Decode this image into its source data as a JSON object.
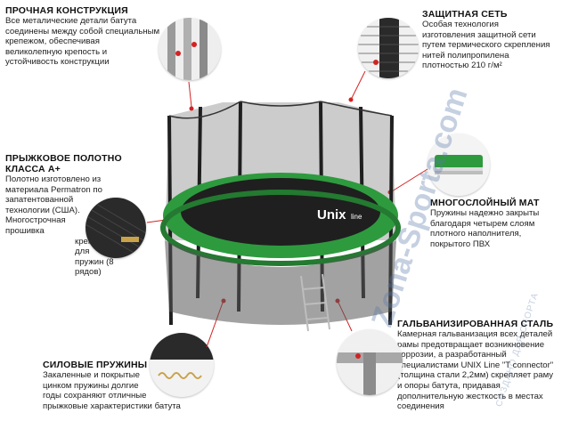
{
  "sections": {
    "strong_construction": {
      "title": "ПРОЧНАЯ КОНСТРУКЦИЯ",
      "lines": [
        "Все металические детали батута",
        "соединены между собой специальным",
        "крепежом, обеспечивая",
        "великолепную крепость и",
        "устойчивость конструкции"
      ]
    },
    "safety_net": {
      "title": "ЗАЩИТНАЯ СЕТЬ",
      "lines": [
        "Особая технология",
        "изготовления защитной сети",
        "путем термического скрепления",
        "нитей полипропилена",
        "плотностью 210 г/м²"
      ]
    },
    "jumping_mat": {
      "title_lines": [
        "ПРЫЖКОВОЕ ПОЛОТНО",
        "КЛАССА А+"
      ],
      "lines": [
        "Полотно изготовлено из",
        "материала Permatron по",
        "запатентованной",
        "технологии (США).",
        "Многострочная",
        "прошивка",
        "креплений для",
        "пружин (8 рядов)"
      ]
    },
    "multilayer_mat": {
      "title": "МНОГОСЛОЙНЫЙ МАТ",
      "lines": [
        "Пружины надежно закрыты",
        "благодаря четырем слоям",
        "плотного наполнителя,",
        "покрытого ПВХ"
      ]
    },
    "galvanized_steel": {
      "title": "ГАЛЬВАНИЗИРОВАННАЯ СТАЛЬ",
      "lines": [
        "Камерная гальванизация всех деталей",
        "рамы предотвращает возникновение",
        "коррозии, а разработанный",
        "специалистами  UNIX Line \"T connector\"",
        "(толщина стали 2,2мм) скрепляет раму",
        "и опоры батута, придавая",
        "дополнительную жесткость в местах",
        "соединения"
      ]
    },
    "power_springs": {
      "title": "СИЛОВЫЕ ПРУЖИНЫ",
      "lines": [
        "Закаленные и покрытые",
        "цинком пружины долгие",
        "годы сохраняют отличные",
        "прыжковые характеристики батута"
      ]
    }
  },
  "product": {
    "brand": "Unix",
    "brand_suffix": "line"
  },
  "watermark": {
    "main": "Zona-Sporta.com",
    "sub": "СОЗДАНО ДЛЯ СПОРТА"
  },
  "colors": {
    "green": "#2e9a3e",
    "dark": "#1f1f1f",
    "net": "#3a3a3a",
    "accent_red": "#d32222"
  }
}
